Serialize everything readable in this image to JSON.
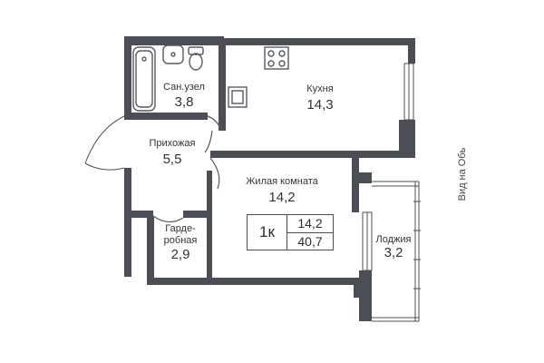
{
  "plan": {
    "rooms": [
      {
        "id": "bathroom",
        "name": "Сан.узел",
        "area": "3,8"
      },
      {
        "id": "kitchen",
        "name": "Кухня",
        "area": "14,3"
      },
      {
        "id": "hallway",
        "name": "Прихожая",
        "area": "5,5"
      },
      {
        "id": "living-room",
        "name": "Жилая комната",
        "area": "14,2"
      },
      {
        "id": "wardrobe",
        "name_line1": "Гарде-",
        "name_line2": "робная",
        "area": "2,9"
      },
      {
        "id": "loggia",
        "name": "Лоджия",
        "area": "3,2"
      }
    ],
    "summary": {
      "rooms": "1к",
      "living_area": "14,2",
      "total_area": "40,7"
    },
    "view_label": "Вид на Обь",
    "colors": {
      "wall": "#4b4f55",
      "fixture": "#555a60",
      "background": "#ffffff"
    }
  }
}
